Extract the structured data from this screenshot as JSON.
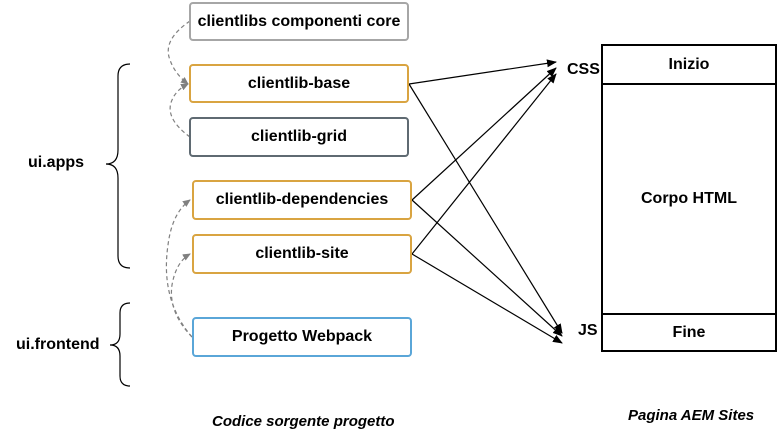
{
  "groups": {
    "apps": "ui.apps",
    "frontend": "ui.frontend"
  },
  "boxes": {
    "core": "clientlibs componenti core",
    "base": "clientlib-base",
    "grid": "clientlib-grid",
    "dependencies": "clientlib-dependencies",
    "site": "clientlib-site",
    "webpack": "Progetto Webpack"
  },
  "targets": {
    "css": "CSS",
    "js": "JS"
  },
  "page": {
    "start": "Inizio",
    "body": "Corpo HTML",
    "end": "Fine"
  },
  "captions": {
    "source": "Codice sorgente progetto",
    "aem": "Pagina AEM Sites"
  }
}
